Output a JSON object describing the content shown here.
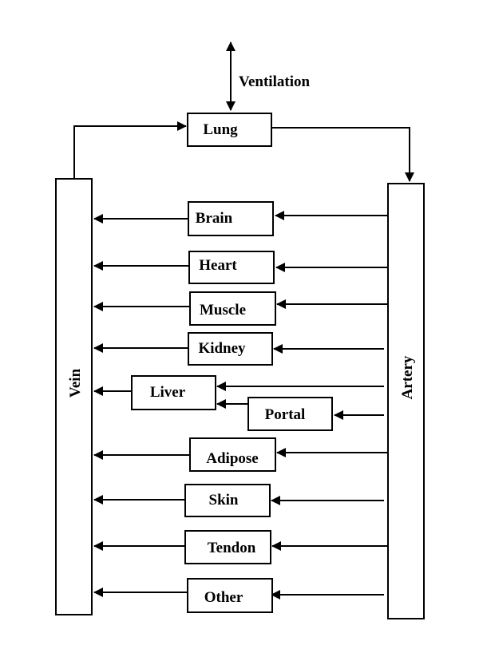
{
  "diagram": {
    "ventilation": "Ventilation",
    "lung": "Lung",
    "vein": "Vein",
    "artery": "Artery",
    "organs": {
      "brain": "Brain",
      "heart": "Heart",
      "muscle": "Muscle",
      "kidney": "Kidney",
      "liver": "Liver",
      "portal": "Portal",
      "adipose": "Adipose",
      "skin": "Skin",
      "tendon": "Tendon",
      "other": "Other"
    }
  }
}
